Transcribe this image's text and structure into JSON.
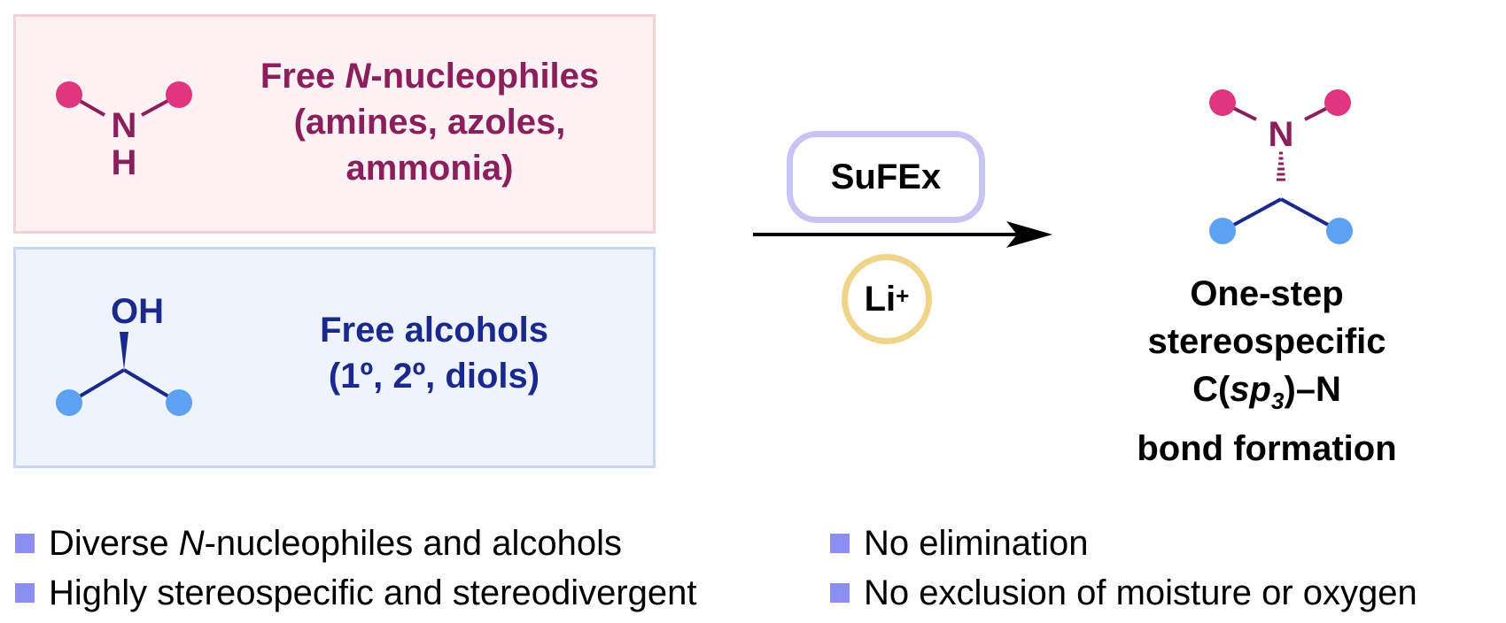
{
  "amine_box": {
    "atom_n": "N",
    "atom_h": "H",
    "label_line1_prefix": "Free ",
    "label_line1_italic": "N",
    "label_line1_suffix": "-nucleophiles",
    "label_line2": "(amines, azoles,",
    "label_line3": "ammonia)"
  },
  "alcohol_box": {
    "atom_oh": "OH",
    "label_line1": "Free alcohols",
    "label_line2": "(1º, 2º, diols)"
  },
  "reaction": {
    "reagent": "SuFEx",
    "additive": "Li",
    "additive_charge": "+"
  },
  "product": {
    "atom_n": "N",
    "line1": "One-step",
    "line2": "stereospecific",
    "line3_prefix": "C(",
    "line3_italic": "sp",
    "line3_sub": "3",
    "line3_suffix": ")–N",
    "line4": "bond formation"
  },
  "bullets_left": [
    {
      "prefix": "Diverse ",
      "italic": "N",
      "suffix": "-nucleophiles and alcohols"
    },
    {
      "prefix": "Highly stereospecific and stereodivergent",
      "italic": "",
      "suffix": ""
    }
  ],
  "bullets_right": [
    {
      "text": "No elimination"
    },
    {
      "text": "No exclusion of moisture or oxygen"
    }
  ],
  "colors": {
    "amine": "#8a1f5c",
    "amine_dot": "#e0357f",
    "alcohol": "#1a2a8c",
    "alcohol_dot": "#5ea1f2",
    "amine_box_bg": "#fdf1f3",
    "alcohol_box_bg": "#eef3fd",
    "sufex_border": "#c9c3f5",
    "li_border": "#f0d48a",
    "bullet": "#8b8ef2"
  }
}
